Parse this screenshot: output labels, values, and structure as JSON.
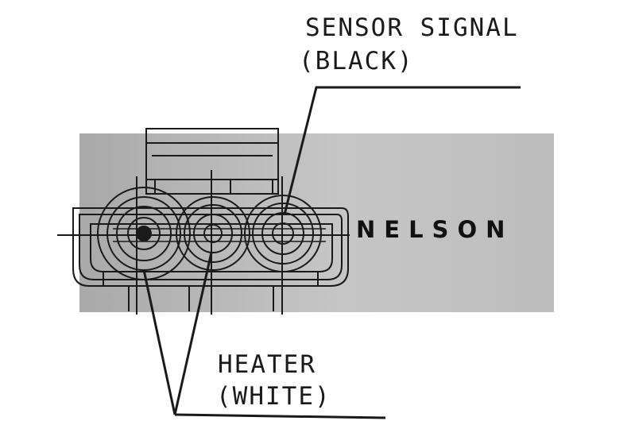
{
  "labels": {
    "sensor_signal": "SENSOR SIGNAL",
    "sensor_signal_color": "(BLACK)",
    "heater": "HEATER",
    "heater_color": "(WHITE)"
  },
  "brand": "NELSON",
  "colors": {
    "background": "#ffffff",
    "band": "#b8b8b8",
    "line": "#1a1a1a"
  }
}
